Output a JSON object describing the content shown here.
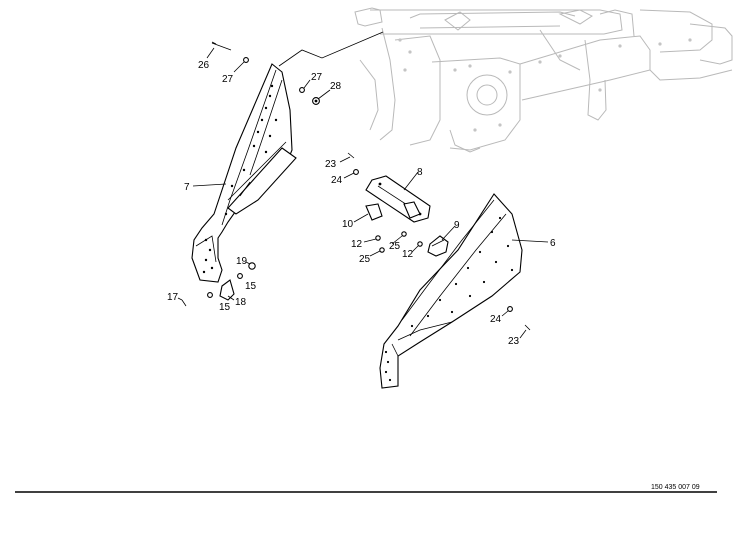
{
  "callouts": [
    {
      "id": "26",
      "text": "26"
    },
    {
      "id": "27a",
      "text": "27"
    },
    {
      "id": "27b",
      "text": "27"
    },
    {
      "id": "28",
      "text": "28"
    },
    {
      "id": "7",
      "text": "7"
    },
    {
      "id": "23a",
      "text": "23"
    },
    {
      "id": "24a",
      "text": "24"
    },
    {
      "id": "8",
      "text": "8"
    },
    {
      "id": "10",
      "text": "10"
    },
    {
      "id": "9",
      "text": "9"
    },
    {
      "id": "6",
      "text": "6"
    },
    {
      "id": "12a",
      "text": "12"
    },
    {
      "id": "25a",
      "text": "25"
    },
    {
      "id": "12b",
      "text": "12"
    },
    {
      "id": "25b",
      "text": "25"
    },
    {
      "id": "19",
      "text": "19"
    },
    {
      "id": "15a",
      "text": "15"
    },
    {
      "id": "17",
      "text": "17"
    },
    {
      "id": "18",
      "text": "18"
    },
    {
      "id": "15b",
      "text": "15"
    },
    {
      "id": "24b",
      "text": "24"
    },
    {
      "id": "23b",
      "text": "23"
    }
  ],
  "document_number": "150 435 007 09"
}
